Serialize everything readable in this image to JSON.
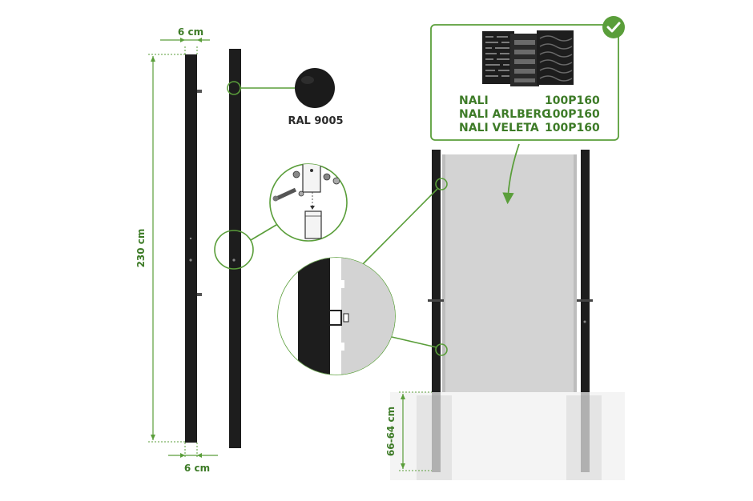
{
  "dimensions": {
    "width_top": "6 cm",
    "width_bottom": "6 cm",
    "height": "230 cm",
    "foundation_depth": "66-64 cm"
  },
  "color": {
    "code": "RAL 9005",
    "swatch": "#1b1b1b"
  },
  "products": [
    {
      "name": "NALI",
      "code": "100P160"
    },
    {
      "name": "NALI ARLBERG",
      "code": "100P160"
    },
    {
      "name": "NALI VELETA",
      "code": "100P160"
    }
  ],
  "colors": {
    "accent_green": "#5a9e3a",
    "post": "#1d1d1d",
    "gate_panel": "#d3d3d3"
  },
  "icons": {
    "check": "check-icon"
  }
}
